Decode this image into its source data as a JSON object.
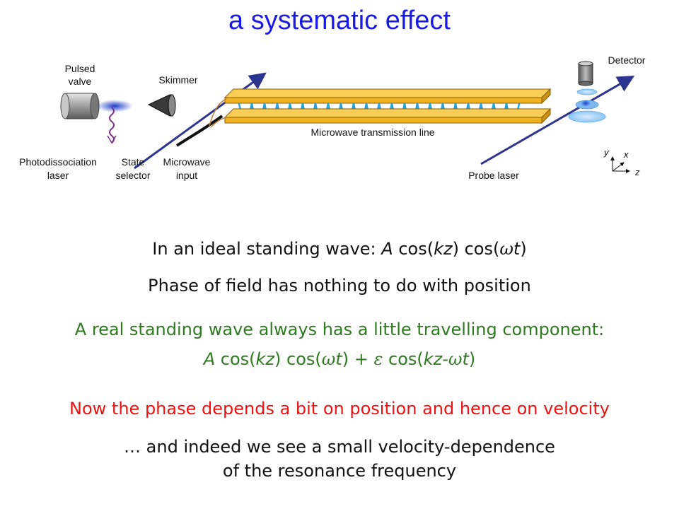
{
  "title": "a systematic effect",
  "diagram": {
    "labels": {
      "pulsed_valve_1": "Pulsed",
      "pulsed_valve_2": "valve",
      "skimmer": "Skimmer",
      "detector": "Detector",
      "photodissociation_1": "Photodissociation",
      "photodissociation_2": "laser",
      "state_selector_1": "State",
      "state_selector_2": "selector",
      "microwave_input_1": "Microwave",
      "microwave_input_2": "input",
      "transmission_line": "Microwave transmission line",
      "probe_laser": "Probe laser",
      "axis_y": "y",
      "axis_x": "x",
      "axis_z": "z"
    },
    "colors": {
      "plate": "#f2b21f",
      "plate_edge": "#8a6000",
      "wave": "#2a9fd6",
      "laser": "#2b3590",
      "valve": "#9a9a9a",
      "beam_glow": "#1e3cc8",
      "detector_cloud": "#9fd0ff"
    }
  },
  "text": {
    "ideal_prefix": "In an ideal standing wave:",
    "ideal_a": "A",
    "ideal_cos1": " cos(",
    "ideal_kz": "kz",
    "ideal_cos2": ") cos(",
    "ideal_omega": "ω",
    "ideal_t": "t",
    "ideal_close": ")",
    "phase_line": "Phase of field has nothing to do with position",
    "real_line": "A real standing wave always has a little travelling component:",
    "real_a": "A",
    "real_cos1": " cos(",
    "real_kz": "kz",
    "real_cos2": ") cos(",
    "real_omega": "ω",
    "real_t": "t",
    "real_plus": ") + ",
    "real_eps": "ε",
    "real_cos3": " cos(",
    "real_kz2": "kz",
    "real_minus": "-",
    "real_omega2": "ω",
    "real_t2": "t",
    "real_close": ")",
    "phase_depends": "Now the phase depends a bit on position and hence on velocity",
    "indeed_line1": "… and indeed we see a small velocity-dependence",
    "indeed_line2": "of the resonance frequency"
  }
}
